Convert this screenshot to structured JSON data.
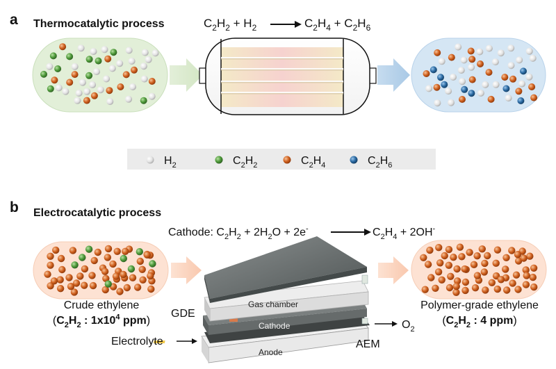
{
  "panel_a": {
    "letter": "a",
    "title": "Thermocatalytic process",
    "equation": {
      "left": [
        {
          "base": "C",
          "sub": "2"
        },
        {
          "base": "H",
          "sub": "2"
        },
        {
          "base": " + H",
          "sub": "2"
        }
      ],
      "right": [
        {
          "base": "C",
          "sub": "2"
        },
        {
          "base": "H",
          "sub": "4"
        },
        {
          "base": " + C",
          "sub": "2"
        },
        {
          "base": "H",
          "sub": "6"
        }
      ]
    },
    "legend": [
      {
        "id": "h2",
        "color": "#e6e6e6",
        "label": [
          {
            "base": "H",
            "sub": "2"
          }
        ]
      },
      {
        "id": "c2h2",
        "color": "#4e9a3a",
        "label": [
          {
            "base": "C",
            "sub": "2"
          },
          {
            "base": "H",
            "sub": "2"
          }
        ]
      },
      {
        "id": "c2h4",
        "color": "#c8581e",
        "label": [
          {
            "base": "C",
            "sub": "2"
          },
          {
            "base": "H",
            "sub": "4"
          }
        ]
      },
      {
        "id": "c2h6",
        "color": "#235f93",
        "label": [
          {
            "base": "C",
            "sub": "2"
          },
          {
            "base": "H",
            "sub": "6"
          }
        ]
      }
    ]
  },
  "panel_b": {
    "letter": "b",
    "title": "Electrocatalytic process",
    "equation": {
      "left": [
        {
          "base": "Cathode: C",
          "sub": "2"
        },
        {
          "base": "H",
          "sub": "2"
        },
        {
          "base": " + 2H",
          "sub": "2"
        },
        {
          "base": "O + 2e",
          "sup": "-"
        }
      ],
      "right": [
        {
          "base": "C",
          "sub": "2"
        },
        {
          "base": "H",
          "sub": "4"
        },
        {
          "base": " + 2OH",
          "sup": "-"
        }
      ]
    },
    "feed_label": "Crude ethylene",
    "feed_conc": [
      {
        "base": "(",
        "bold": false
      },
      {
        "base": "C",
        "sub": "2",
        "bold": true
      },
      {
        "base": "H",
        "sub": "2",
        "bold": true
      },
      {
        "base": " : 1x10",
        "sup": "4",
        "bold": true
      },
      {
        "base": " ppm",
        "bold": true
      },
      {
        "base": ")",
        "bold": false
      }
    ],
    "product_label": "Polymer-grade ethylene",
    "product_conc": [
      {
        "base": "(",
        "bold": false
      },
      {
        "base": "C",
        "sub": "2",
        "bold": true
      },
      {
        "base": "H",
        "sub": "2",
        "bold": true
      },
      {
        "base": " : 4 ppm",
        "bold": true
      },
      {
        "base": ")",
        "bold": false
      }
    ],
    "layer_gas_chamber": "Gas chamber",
    "layer_cathode": "Cathode",
    "layer_anode": "Anode",
    "label_gde": "GDE",
    "label_electrolyte": "Electrolyte",
    "label_aem": "AEM",
    "oxygen": [
      {
        "base": "O",
        "sub": "2"
      }
    ]
  }
}
